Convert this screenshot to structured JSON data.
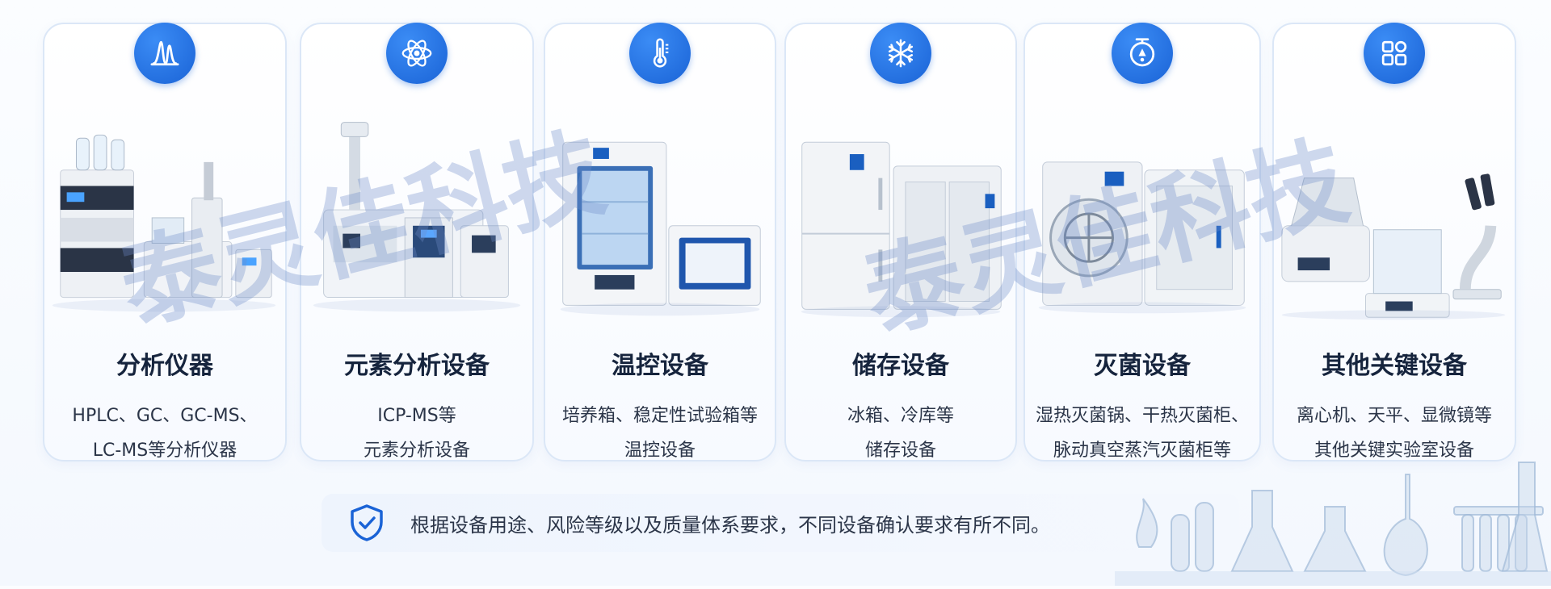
{
  "cards": [
    {
      "icon": "chromatogram-icon",
      "title": "分析仪器",
      "desc1": "HPLC、GC、GC-MS、",
      "desc2": "LC-MS等分析仪器"
    },
    {
      "icon": "atom-icon",
      "title": "元素分析设备",
      "desc1": "ICP-MS等",
      "desc2": "元素分析设备"
    },
    {
      "icon": "thermometer-icon",
      "title": "温控设备",
      "desc1": "培养箱、稳定性试验箱等",
      "desc2": "温控设备"
    },
    {
      "icon": "snowflake-icon",
      "title": "储存设备",
      "desc1": "冰箱、冷库等",
      "desc2": "储存设备"
    },
    {
      "icon": "sterilizer-icon",
      "title": "灭菌设备",
      "desc1": "湿热灭菌锅、干热灭菌柜、",
      "desc2": "脉动真空蒸汽灭菌柜等"
    },
    {
      "icon": "grid-apps-icon",
      "title": "其他关键设备",
      "desc1": "离心机、天平、显微镜等",
      "desc2": "其他关键实验室设备"
    }
  ],
  "notice": {
    "icon": "shield-check-icon",
    "text": "根据设备用途、风险等级以及质量体系要求，不同设备确认要求有所不同。"
  },
  "watermark": {
    "text1": "泰灵佳科技",
    "text2": "泰灵佳科技"
  },
  "colors": {
    "accent": "#1a63d6",
    "card_border": "#dbe7f7",
    "title": "#16243d"
  }
}
